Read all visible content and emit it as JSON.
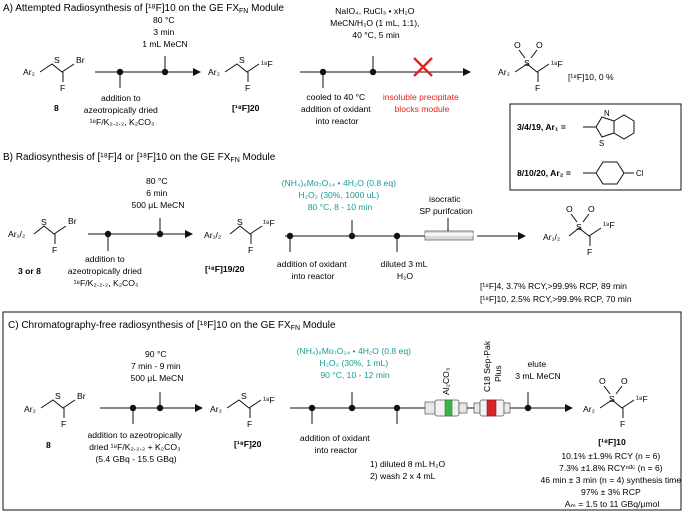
{
  "colors": {
    "teal": "#1a9a96",
    "red": "#e3231d",
    "ink": "#111111"
  },
  "panelA": {
    "title": "A) Attempted Radiosynthesis of [¹⁸F]10 on the GE FX",
    "title_sub": "FN",
    "title_end": " Module",
    "step1": [
      "80 °C",
      "3 min",
      "1 mL MeCN"
    ],
    "reagent2": [
      "NaIO₄, RuCl₃ • xH₂O",
      "MeCN/H₂O (1 mL, 1:1),",
      "40 °C, 5 min"
    ],
    "sm_label": "8",
    "below1": [
      "addition to",
      "azeotropically dried",
      "¹⁸F/K₂.₂.₂, K₂CO₃"
    ],
    "int_label": "[¹⁸F]20",
    "below2": [
      "cooled to 40 °C",
      "addition of oxidant",
      "into reactor"
    ],
    "fail": [
      "insoluble precipitate",
      "blocks module"
    ],
    "product_yield": "[¹⁸F]10, 0 %",
    "cross_icon": "red-cross"
  },
  "legend": {
    "ar1": "3/4/19, Ar₁ =",
    "ar2": "8/10/20, Ar₂ ="
  },
  "panelB": {
    "title": "B)  Radiosynthesis of [¹⁸F]4 or [¹⁸F]10 on the GE FX",
    "title_sub": "FN",
    "title_end": " Module",
    "step1": [
      "80 °C",
      "6 min",
      "500 μL MeCN"
    ],
    "reagent2": [
      "(NH₄)₆Mo₇O₂₄ • 4H₂O (0.8 eq)",
      "H₂O₂ (30%, 1000 uL)",
      "80 °C, 8 - 10 min"
    ],
    "step3": [
      "isocratic",
      "SP purifcation"
    ],
    "sm_label": "3 or 8",
    "below1": [
      "addition to",
      "azeotropically dried",
      "¹⁸F/K₂.₂.₂, K₂CO₃"
    ],
    "int_label": "[¹⁸F]19/20",
    "below2": [
      "addition of oxidant",
      "into reactor"
    ],
    "below3": [
      "diluted 3 mL",
      "H₂O"
    ],
    "results": [
      "[¹⁸F]4, 3.7% RCY,>99.9% RCP, 89 min",
      "[¹⁸F]10, 2.5% RCY,>99.9% RCP, 70 min"
    ]
  },
  "panelC": {
    "title": "C) Chromatography-free radiosynthesis of [¹⁸F]10 on the GE FX",
    "title_sub": "FN",
    "title_end": " Module",
    "step1": [
      "90 °C",
      "7 min - 9 min",
      "500 μL MeCN"
    ],
    "reagent2": [
      "(NH₄)₆Mo₇O₂₄ • 4H₂O (0.8 eq)",
      "H₂O₂ (30%, 1 mL)",
      "90 °C, 10 - 12 min"
    ],
    "cart1": "Al₂CO₃",
    "cart2": [
      "C18 Sep-Pak",
      "Plus"
    ],
    "elute": [
      "elute",
      "3 mL MeCN"
    ],
    "sm_label": "8",
    "below1": [
      "addition to azeotropically",
      "dried ¹⁸F/K₂.₂.₂ + K₂CO₃",
      "(5.4 GBq - 15.5 GBq)"
    ],
    "int_label": "[¹⁸F]20",
    "below2": [
      "addition of oxidant",
      "into reactor"
    ],
    "below3": [
      "1) diluted 8 mL H₂O",
      "2) wash 2 x 4 mL"
    ],
    "product_label": "[¹⁸F]10",
    "results": [
      "10.1% ±1.9% RCY (n = 6)",
      "7.3% ±1.8% RCYⁿᵈᶜ (n = 6)",
      "46 min ± 3 min (n = 4) synthesis time",
      "97% ± 3% RCP",
      "Aₘ = 1.5 to 11 GBq/μmol"
    ]
  },
  "chem": {
    "Ar2": "Ar₂",
    "Ar12": "Ar₁/₂",
    "S": "S",
    "Br": "Br",
    "F": "F",
    "F18": "¹⁸F",
    "O": "O",
    "N": "N",
    "Cl": "Cl"
  }
}
